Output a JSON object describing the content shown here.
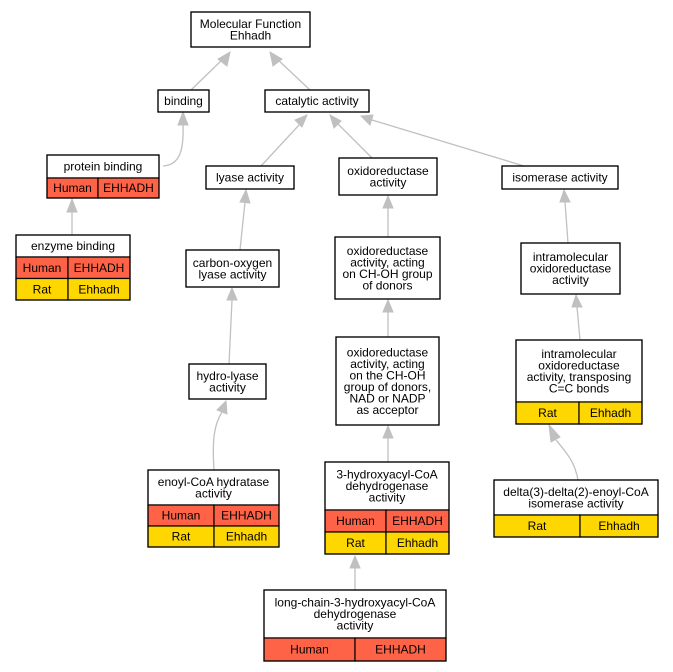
{
  "colors": {
    "human": "#ff6347",
    "rat": "#ffd700",
    "edge": "#c0c0c0"
  },
  "nodes": {
    "molecular_function": {
      "lines": [
        "Molecular Function",
        "Ehhadh"
      ]
    },
    "binding": {
      "lines": [
        "binding"
      ]
    },
    "catalytic_activity": {
      "lines": [
        "catalytic activity"
      ]
    },
    "protein_binding": {
      "lines": [
        "protein binding"
      ],
      "rows": [
        [
          "Human",
          "EHHADH"
        ]
      ]
    },
    "enzyme_binding": {
      "lines": [
        "enzyme binding"
      ],
      "rows": [
        [
          "Human",
          "EHHADH"
        ],
        [
          "Rat",
          "Ehhadh"
        ]
      ]
    },
    "lyase_activity": {
      "lines": [
        "lyase activity"
      ]
    },
    "oxidoreductase_activity": {
      "lines": [
        "oxidoreductase",
        "activity"
      ]
    },
    "isomerase_activity": {
      "lines": [
        "isomerase activity"
      ]
    },
    "carbon_oxygen_lyase": {
      "lines": [
        "carbon-oxygen",
        "lyase activity"
      ]
    },
    "oxidoreductase_chon": {
      "lines": [
        "oxidoreductase",
        "activity, acting",
        "on CH-OH group",
        "of donors"
      ]
    },
    "intramolecular_oxidoreductase": {
      "lines": [
        "intramolecular",
        "oxidoreductase",
        "activity"
      ]
    },
    "hydro_lyase": {
      "lines": [
        "hydro-lyase",
        "activity"
      ]
    },
    "oxidoreductase_nad": {
      "lines": [
        "oxidoreductase",
        "activity, acting",
        "on the CH-OH",
        "group of donors,",
        "NAD or NADP",
        "as acceptor"
      ]
    },
    "intramolecular_transposing": {
      "lines": [
        "intramolecular",
        "oxidoreductase",
        "activity, transposing",
        "C=C bonds"
      ],
      "rows": [
        [
          "Rat",
          "Ehhadh"
        ]
      ]
    },
    "enoyl_coa_hydratase": {
      "lines": [
        "enoyl-CoA hydratase",
        "activity"
      ],
      "rows": [
        [
          "Human",
          "EHHADH"
        ],
        [
          "Rat",
          "Ehhadh"
        ]
      ]
    },
    "hydroxyacyl_coa_dh": {
      "lines": [
        "3-hydroxyacyl-CoA",
        "dehydrogenase",
        "activity"
      ],
      "rows": [
        [
          "Human",
          "EHHADH"
        ],
        [
          "Rat",
          "Ehhadh"
        ]
      ]
    },
    "delta_isomerase": {
      "lines": [
        "delta(3)-delta(2)-enoyl-CoA",
        "isomerase activity"
      ],
      "rows": [
        [
          "Rat",
          "Ehhadh"
        ]
      ]
    },
    "long_chain_dh": {
      "lines": [
        "long-chain-3-hydroxyacyl-CoA",
        "dehydrogenase",
        "activity"
      ],
      "rows": [
        [
          "Human",
          "EHHADH"
        ]
      ]
    }
  }
}
